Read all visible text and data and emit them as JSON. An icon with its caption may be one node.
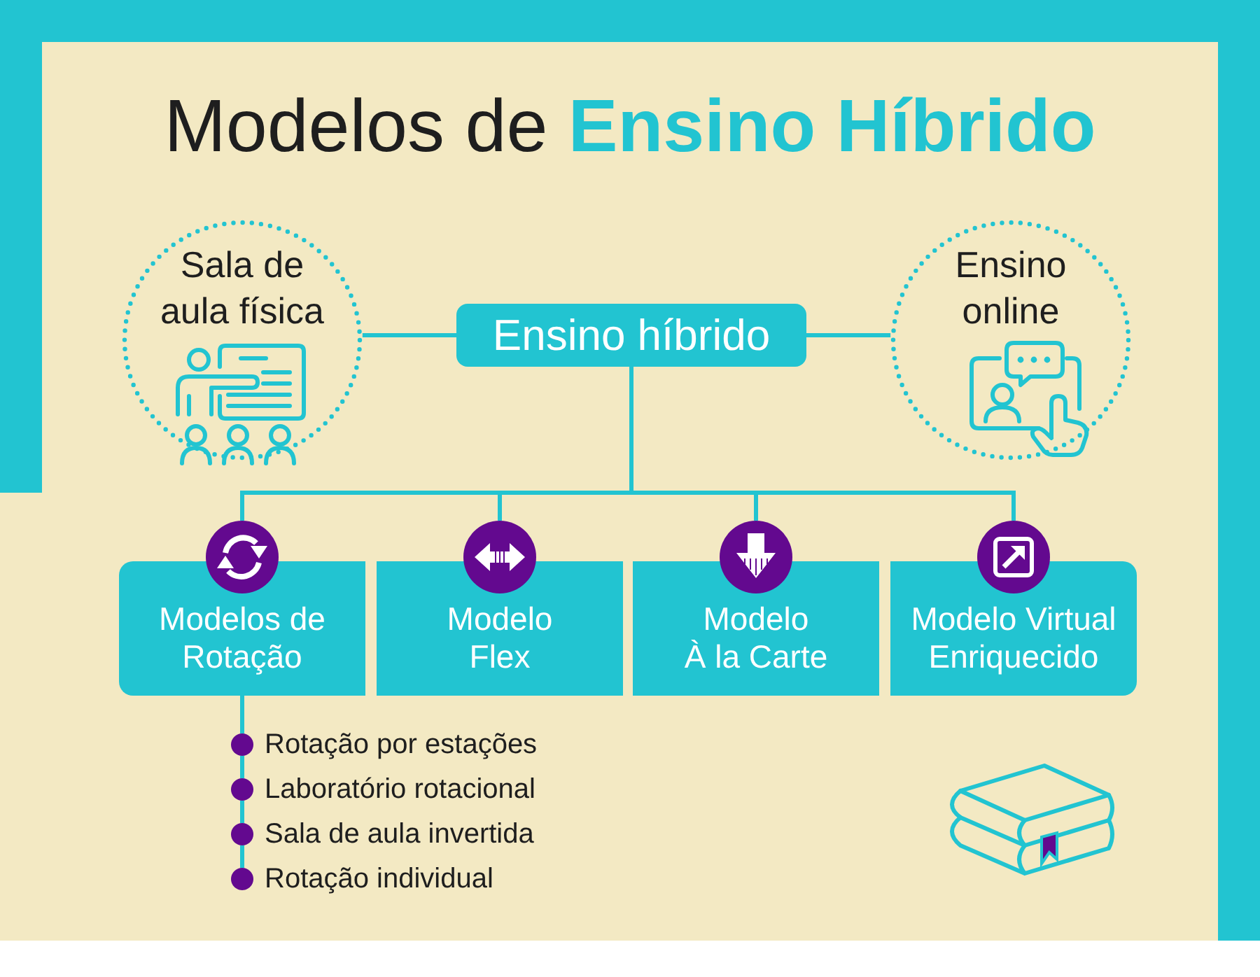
{
  "diagram": {
    "title": "Modelos de **Ensino Híbrido**",
    "nodes": [
      {
        "text": [
          "Sala de aula física"
        ]
      },
      {
        "text": [
          "Ensino híbrido"
        ]
      },
      {
        "text": [
          "Ensino online"
        ]
      },
      {
        "text": [
          "Modelos de Rotação"
        ]
      },
      {
        "text": [
          "Modelo Flex"
        ]
      },
      {
        "text": [
          "Modelo À la Carte"
        ]
      },
      {
        "text": [
          "Modelo Virtual Enriquecido"
        ]
      },
      {
        "text": [
          "Rotação por estações"
        ]
      },
      {
        "text": [
          "Laboratório rotacional"
        ]
      },
      {
        "text": [
          "Sala de aula invertida"
        ]
      },
      {
        "text": [
          "Rotação individual"
        ]
      }
    ],
    "edges": [
      {
        "from": 1,
        "to": 0,
        "arrow": "none"
      },
      {
        "from": 1,
        "to": 2,
        "arrow": "none"
      },
      {
        "from": 1,
        "to": 3,
        "arrow": "none"
      },
      {
        "from": 1,
        "to": 4,
        "arrow": "none"
      },
      {
        "from": 1,
        "to": 5,
        "arrow": "none"
      },
      {
        "from": 1,
        "to": 6,
        "arrow": "none"
      },
      {
        "from": 3,
        "to": 7,
        "arrow": "none"
      },
      {
        "from": 7,
        "to": 8,
        "arrow": "none"
      },
      {
        "from": 8,
        "to": 9,
        "arrow": "none"
      },
      {
        "from": 9,
        "to": 10,
        "arrow": "none"
      }
    ]
  }
}
